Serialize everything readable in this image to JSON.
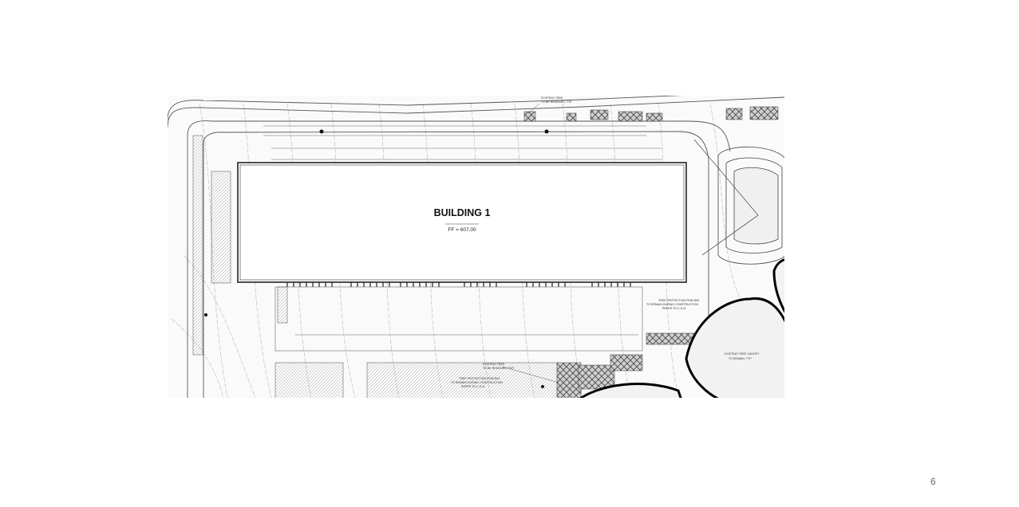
{
  "building": {
    "title": "BUILDING 1",
    "finished_floor": "FF = 607.00"
  },
  "notes": {
    "existing_tree_top": [
      "EXISTING TREE",
      "TO BE REMOVED, TYP"
    ],
    "tree_protection_east": [
      "TREE PROTECTION FENCING",
      "TO REMAIN DURING CONSTRUCTION",
      "REFER TO C-5.11"
    ],
    "existing_tree_bottom": [
      "EXISTING TREE",
      "TO BE REMOVED, TYP"
    ],
    "tree_protection_south": [
      "TREE PROTECTION FENCING",
      "TO REMAIN DURING CONSTRUCTION",
      "REFER TO C-5.11"
    ],
    "tree_canopy": [
      "EXISTING TREE CANOPY",
      "TO REMAIN, TYP"
    ]
  },
  "page_number": "6"
}
